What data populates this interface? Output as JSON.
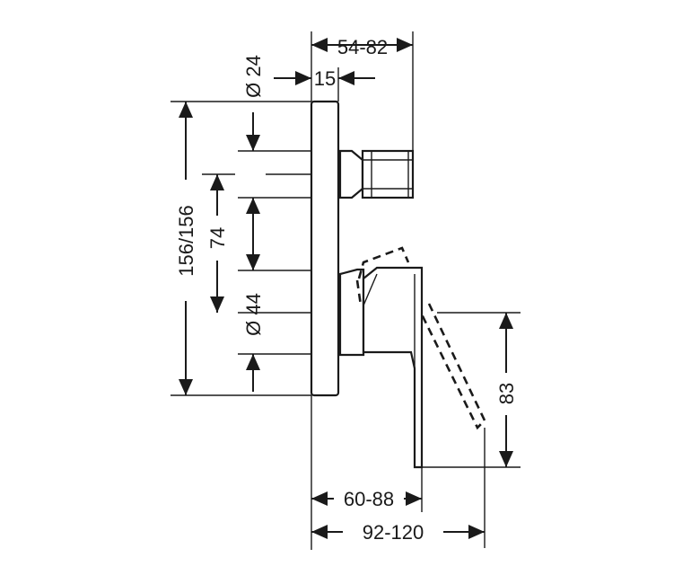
{
  "dimensions": {
    "top_width": "54-82",
    "plate_depth": "15",
    "outlet_diameter": "Ø 24",
    "total_height": "156/156",
    "center_distance": "74",
    "handle_diameter": "Ø 44",
    "lever_height": "83",
    "lever_depth": "60-88",
    "total_depth": "92-120"
  }
}
